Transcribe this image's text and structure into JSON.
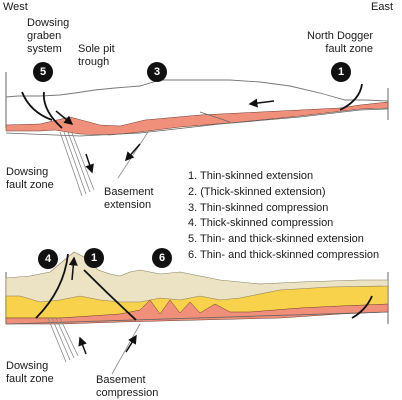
{
  "compass": {
    "west": "West",
    "east": "East"
  },
  "top_panel": {
    "labels": {
      "dowsing_graben": [
        "Dowsing",
        "graben",
        "system"
      ],
      "sole_pit": [
        "Sole pit",
        "trough"
      ],
      "north_dogger": [
        "North Dogger",
        "fault zone"
      ],
      "dowsing_fault": [
        "Dowsing",
        "fault zone"
      ],
      "basement": [
        "Basement",
        "extension"
      ]
    },
    "badges": [
      "5",
      "3",
      "1"
    ]
  },
  "bottom_panel": {
    "labels": {
      "dowsing_fault": [
        "Dowsing",
        "fault zone"
      ],
      "basement": [
        "Basement",
        "compression"
      ]
    },
    "badges": [
      "4",
      "1",
      "6"
    ]
  },
  "legend": [
    "1. Thin-skinned extension",
    "2. (Thick-skinned extension)",
    "3. Thin-skinned compression",
    "4. Thick-skinned compression",
    "5. Thin- and thick-skinned extension",
    "6. Thin- and thick-skinned compression"
  ],
  "colors": {
    "salmon": "#f0907a",
    "yellow": "#f7d24a",
    "cream": "#ece2c4",
    "line": "#555555"
  }
}
